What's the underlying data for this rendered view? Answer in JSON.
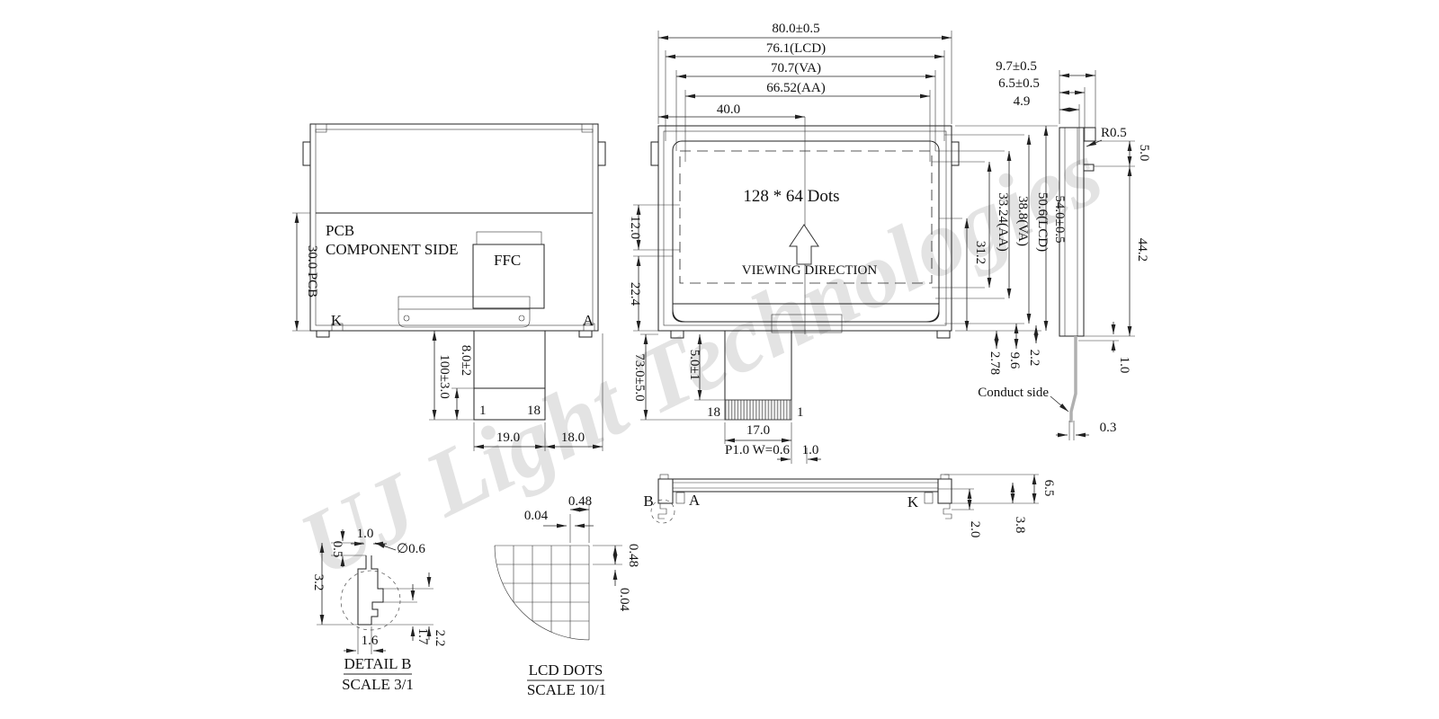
{
  "watermark": "UJ Light Technologies",
  "pcb_view": {
    "label_line1": "PCB",
    "label_line2": "COMPONENT SIDE",
    "ffc": "FFC",
    "dim_pcb": "30.0 PCB",
    "k": "K",
    "a": "A",
    "dim_8": "8.0±2",
    "dim_100": "100±3.0",
    "pin1": "1",
    "pin18": "18",
    "dim_19": "19.0",
    "dim_18": "18.0"
  },
  "front_view": {
    "dots": "128 * 64  Dots",
    "viewing": "VIEWING DIRECTION",
    "dim_80": "80.0±0.5",
    "dim_76": "76.1(LCD)",
    "dim_70": "70.7(VA)",
    "dim_66": "66.52(AA)",
    "dim_40": "40.0",
    "dim_12": "12.0",
    "dim_22": "22.4",
    "dim_73": "73.0±5.0",
    "dim_5": "5.0±1",
    "pin18": "18",
    "pin1": "1",
    "dim_17": "17.0",
    "dim_p1": "P1.0 W=0.6",
    "dim_1": "1.0",
    "dim_31": "31.2",
    "dim_33": "33.24(AA)",
    "dim_38": "38.8(VA)",
    "dim_50": "50.6(LCD)",
    "dim_54": "54.0±0.5",
    "dim_278": "2.78",
    "dim_96": "9.6",
    "dim_22b": "2.2"
  },
  "side_view": {
    "dim_97": "9.7±0.5",
    "dim_65": "6.5±0.5",
    "dim_49": "4.9",
    "r05": "R0.5",
    "dim_50": "5.0",
    "dim_442": "44.2",
    "dim_10": "1.0",
    "conduct": "Conduct side",
    "dim_03": "0.3"
  },
  "bottom_view": {
    "b": "B",
    "a": "A",
    "k": "K",
    "dim_65": "6.5",
    "dim_38": "3.8",
    "dim_20": "2.0"
  },
  "detail_b": {
    "dim_10": "1.0",
    "dim_05": "0.5",
    "dim_32": "3.2",
    "dim_d06": "∅0.6",
    "dim_16": "1.6",
    "dim_17": "1.7",
    "dim_22": "2.2",
    "title": "DETAIL  B",
    "scale": "SCALE  3/1"
  },
  "lcd_dots": {
    "dim_w": "0.48",
    "dim_wg": "0.04",
    "dim_h": "0.48",
    "dim_hg": "0.04",
    "title": "LCD  DOTS",
    "scale": "SCALE  10/1"
  }
}
